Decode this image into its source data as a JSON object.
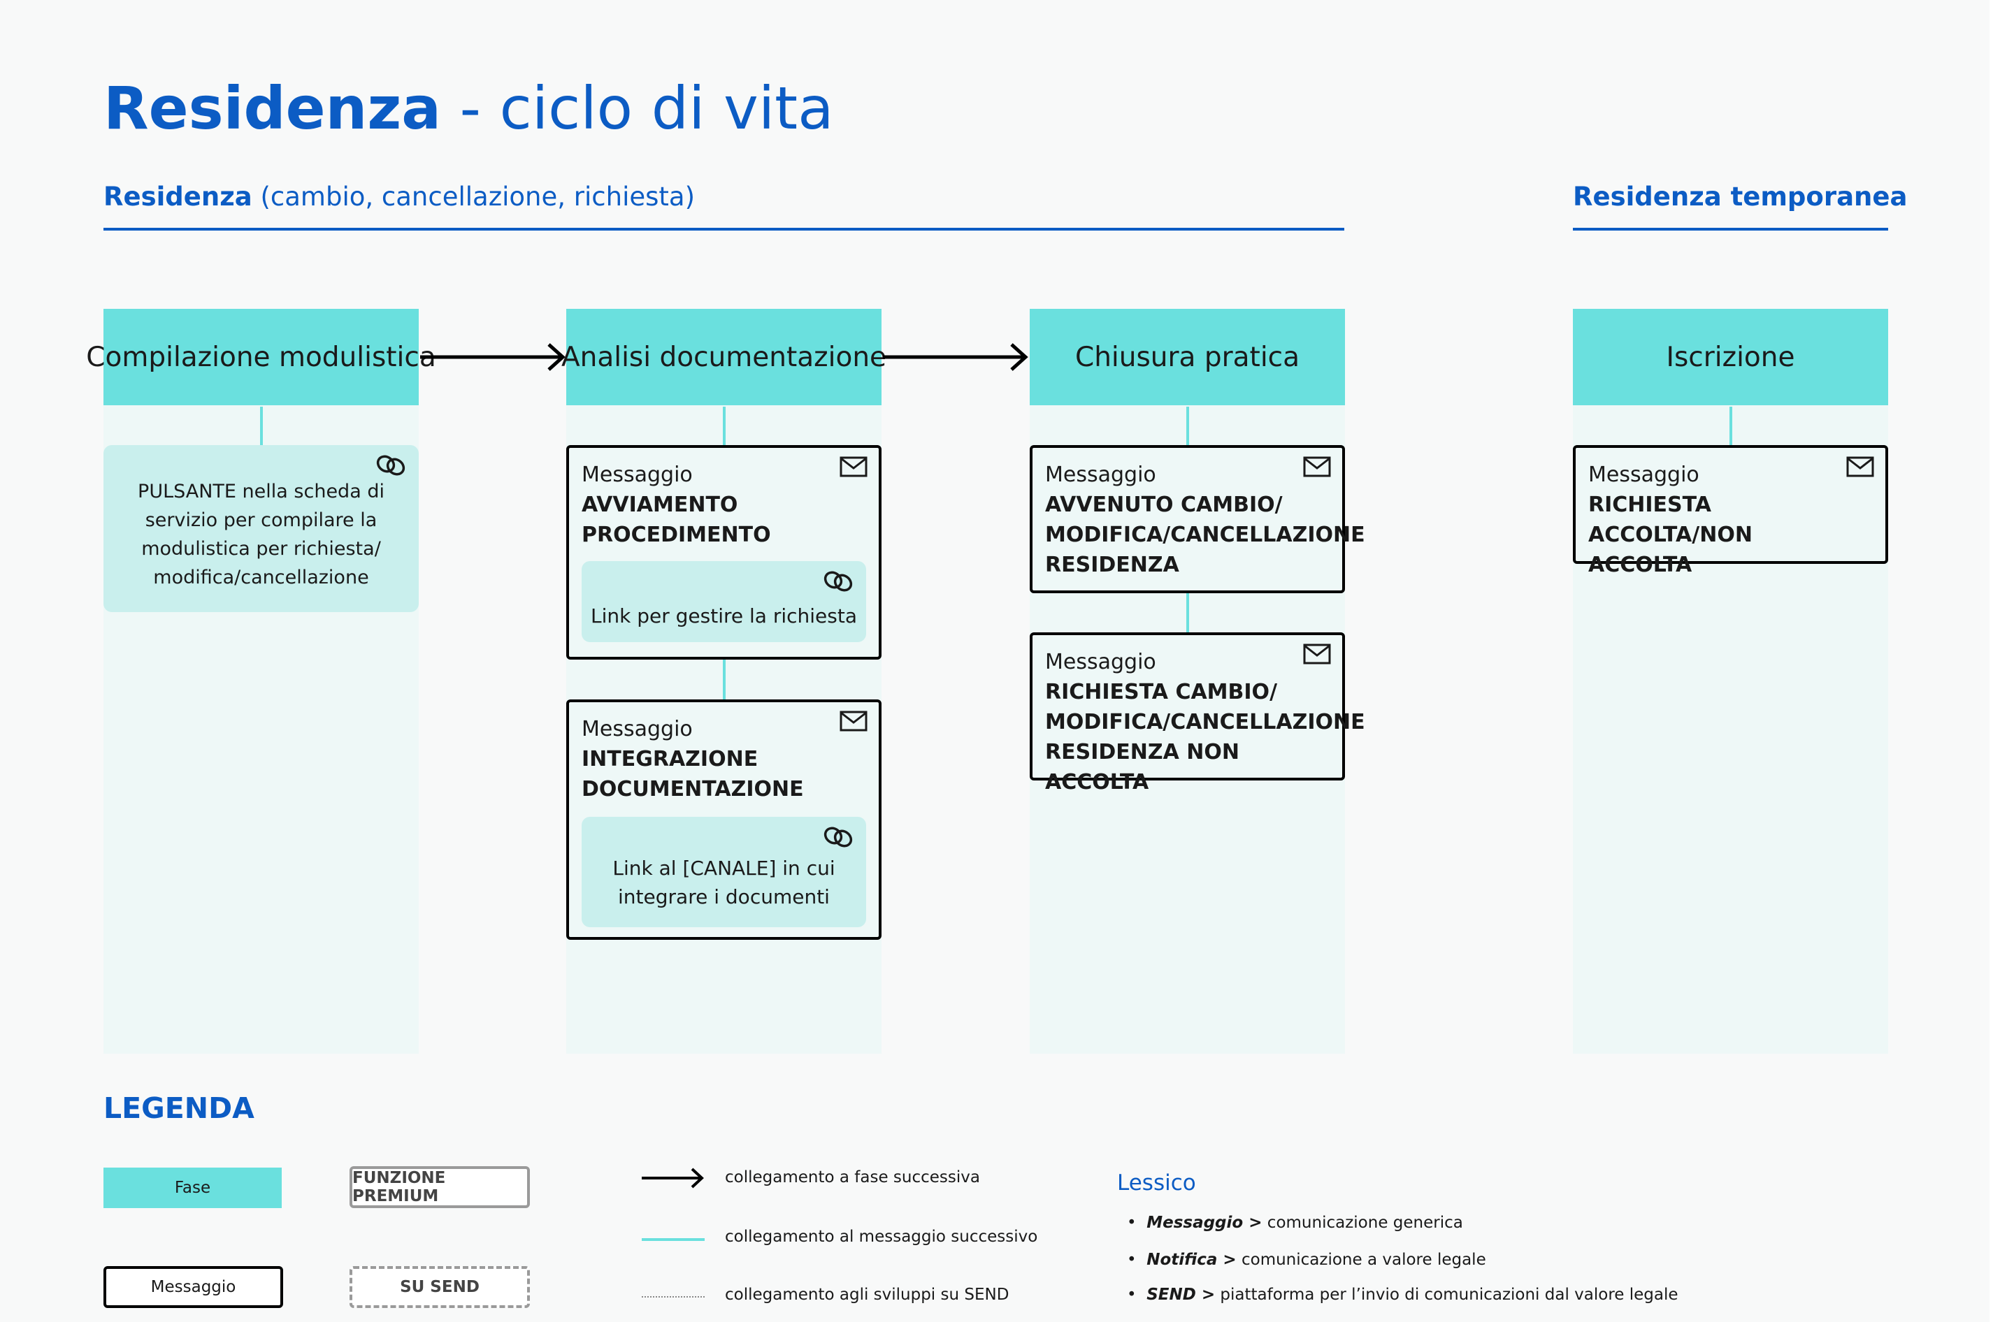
{
  "title": {
    "bold": "Residenza",
    "rest": "- ciclo di vita"
  },
  "section_main": {
    "bold": "Residenza",
    "rest": "(cambio, cancellazione, richiesta)"
  },
  "section_temp": {
    "bold": "Residenza temporanea"
  },
  "phases": [
    {
      "label": "Compilazione modulistica"
    },
    {
      "label": "Analisi documentazione"
    },
    {
      "label": "Chiusura pratica"
    },
    {
      "label": "Iscrizione"
    }
  ],
  "col1": {
    "premium_text": "PULSANTE nella scheda di servizio per compilare la modulistica per richiesta/ modifica/cancellazione"
  },
  "col2": {
    "msg1": {
      "label": "Messaggio",
      "title": "AVVIAMENTO PROCEDIMENTO",
      "link": "Link per gestire la richiesta"
    },
    "msg2": {
      "label": "Messaggio",
      "title": "INTEGRAZIONE DOCUMENTAZIONE",
      "link": "Link al [CANALE] in cui integrare i documenti"
    }
  },
  "col3": {
    "msg1": {
      "label": "Messaggio",
      "title": "AVVENUTO CAMBIO/ MODIFICA/CANCELLAZIONE RESIDENZA"
    },
    "msg2": {
      "label": "Messaggio",
      "title": "RICHIESTA CAMBIO/ MODIFICA/CANCELLAZIONE RESIDENZA NON ACCOLTA"
    }
  },
  "col4": {
    "msg1": {
      "label": "Messaggio",
      "title": "RICHIESTA ACCOLTA/NON ACCOLTA"
    }
  },
  "legend": {
    "title": "LEGENDA",
    "fase": "Fase",
    "premium": "FUNZIONE PREMIUM",
    "messaggio": "Messaggio",
    "su_send": "SU SEND",
    "arrow_text": "collegamento a fase successiva",
    "line_text": "collegamento al messaggio successivo",
    "dotted_text": "collegamento agli sviluppi su SEND"
  },
  "lessico": {
    "title": "Lessico",
    "items": [
      {
        "term": "Messaggio >",
        "def": "comunicazione generica"
      },
      {
        "term": "Notifica >",
        "def": "comunicazione a valore legale"
      },
      {
        "term": "SEND >",
        "def": "piattaforma per  l’invio di comunicazioni dal valore legale"
      }
    ]
  },
  "colors": {
    "accent": "#0c5cc4",
    "phase": "#6ae0de",
    "column": "#eef8f7",
    "link_box": "#c9efed"
  },
  "icons": [
    "envelope-icon",
    "chain-link-icon",
    "arrow-right-icon"
  ]
}
